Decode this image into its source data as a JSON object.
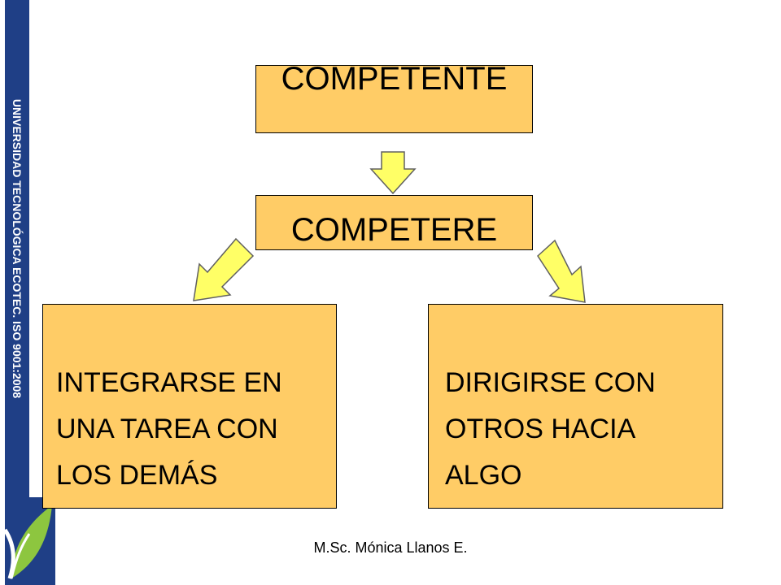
{
  "sidebar": {
    "text": "UNIVERSIDAD TECNOLÓGICA ECOTEC. ISO 9001:2008"
  },
  "diagram": {
    "top": "COMPETENTE",
    "middle": "COMPETERE",
    "left_lines": [
      "INTEGRARSE EN",
      "UNA TAREA CON",
      "LOS DEMÁS"
    ],
    "right_lines": [
      "DIRIGIRSE CON",
      "OTROS HACIA",
      "ALGO"
    ]
  },
  "footer": {
    "author": "M.Sc. Mónica Llanos E."
  },
  "colors": {
    "box_fill": "#ffcc66",
    "arrow_fill": "#ffff66",
    "sidebar": "#1f3f86",
    "logo_green": "#8dc63f"
  }
}
